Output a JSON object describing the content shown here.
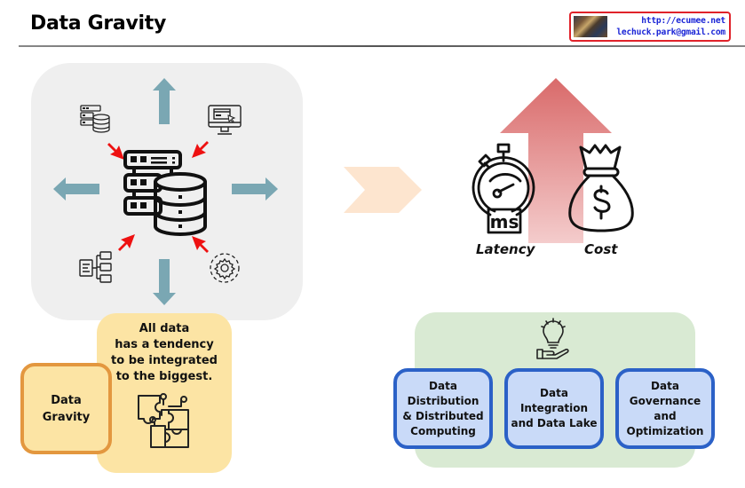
{
  "header": {
    "title": "Data Gravity",
    "contact": {
      "url": "http://ecumee.net",
      "email": "lechuck.park@gmail.com",
      "photo_icon": "author-photo"
    }
  },
  "gravity_diagram": {
    "center_icon": "server-database-icon",
    "sources": [
      {
        "icon": "server-database-icon",
        "position": "top-left"
      },
      {
        "icon": "monitor-click-icon",
        "position": "top-right"
      },
      {
        "icon": "hierarchy-tree-icon",
        "position": "bottom-left"
      },
      {
        "icon": "gear-sync-icon",
        "position": "bottom-right"
      }
    ],
    "outward_arrows": [
      "up",
      "left",
      "right",
      "down"
    ],
    "inward_arrow_color": "#ee1111",
    "outward_arrow_color": "#7aa7b3"
  },
  "definition": {
    "label": "Data Gravity",
    "description_lines": [
      "All data",
      "has a tendency",
      "to be integrated",
      "to the biggest."
    ],
    "icon": "puzzle-icon"
  },
  "consequences": {
    "arrow_icon": "chevron-right-icon",
    "increase_icon": "up-arrow-icon",
    "metrics": [
      {
        "label": "Latency",
        "icon": "stopwatch-ms-icon"
      },
      {
        "label": "Cost",
        "icon": "money-bag-icon"
      }
    ]
  },
  "solutions": {
    "icon": "idea-hand-icon",
    "items": [
      {
        "label_lines": [
          "Data",
          "Distribution",
          "& Distributed",
          "Computing"
        ]
      },
      {
        "label_lines": [
          "Data",
          "Integration",
          "and Data Lake"
        ]
      },
      {
        "label_lines": [
          "Data",
          "Governance",
          "and",
          "Optimization"
        ]
      }
    ]
  },
  "colors": {
    "badge_border": "#e0222a",
    "badge_text": "#1a24d6",
    "gray_panel": "#efefef",
    "yellow_panel": "#fce4a4",
    "gravity_border": "#e3973f",
    "green_panel": "#d9ead3",
    "solution_fill": "#c9daf8",
    "solution_border": "#2b61c7",
    "chevron": "#fde5cf",
    "increase_arrow": "#d96a6a"
  }
}
